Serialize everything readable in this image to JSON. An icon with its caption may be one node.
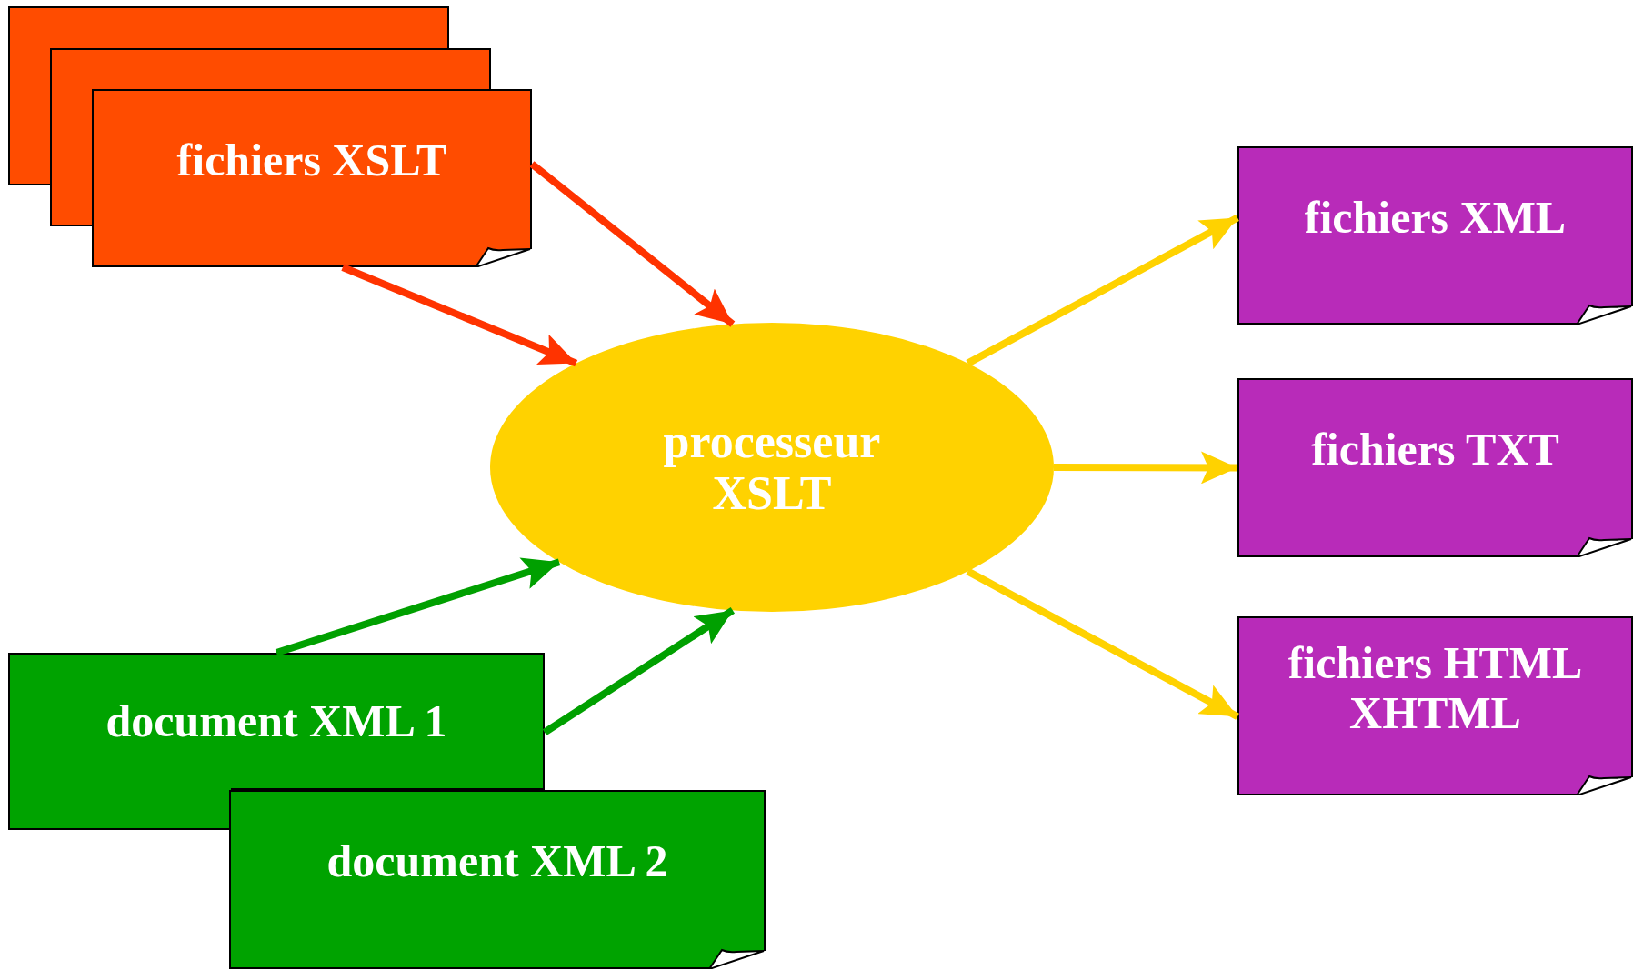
{
  "diagram": {
    "nodes": [
      {
        "text": [],
        "shape": "box"
      },
      {
        "text": [],
        "shape": "box"
      },
      {
        "text": [
          "fichiers XSLT"
        ]
      },
      {
        "text": [
          "processeur XSLT"
        ]
      },
      {
        "text": [
          "fichiers XML"
        ]
      },
      {
        "text": [
          "fichiers TXT"
        ]
      },
      {
        "text": [
          "fichiers HTML XHTML"
        ]
      },
      {
        "text": [
          "document XML 1"
        ]
      },
      {
        "text": [
          "document XML 2"
        ]
      }
    ],
    "edges": [
      {
        "from": 2,
        "to": 3,
        "arrow": "to",
        "color": "#ff3300"
      },
      {
        "from": 2,
        "to": 3,
        "arrow": "to",
        "color": "#ff3300"
      },
      {
        "from": 7,
        "to": 3,
        "arrow": "to",
        "color": "#00a000"
      },
      {
        "from": 7,
        "to": 3,
        "arrow": "to",
        "color": "#00a000"
      },
      {
        "from": 3,
        "to": 4,
        "arrow": "to"
      },
      {
        "from": 3,
        "to": 5,
        "arrow": "to"
      },
      {
        "from": 3,
        "to": 6,
        "arrow": "to"
      }
    ]
  }
}
